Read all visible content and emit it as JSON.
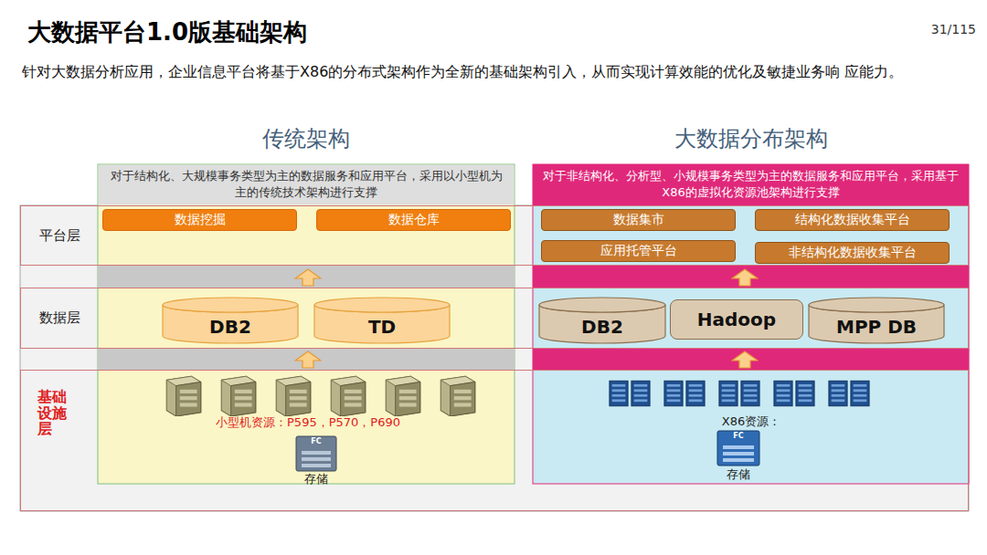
{
  "diagram": {
    "title": "大数据平台1.0版基础架构",
    "nodes": [
      {
        "text": [
          "传统架构",
          "对于结构化、大规模事务类型为主的数据服务和应用平台，采用以小型机为主的传统技术架构进行支撑"
        ]
      },
      {
        "text": [
          "大数据分布架构",
          "对于非结构化、分析型、小规模事务类型为主的数据服务和应用平台，采用基于X86的虚拟化资源池架构进行支撑"
        ]
      },
      {
        "text": [
          "平台层"
        ]
      },
      {
        "text": [
          "数据层"
        ]
      },
      {
        "text": [
          "基础设施层"
        ]
      },
      {
        "text": [
          "数据挖掘"
        ],
        "in": 0
      },
      {
        "text": [
          "数据仓库"
        ],
        "in": 0
      },
      {
        "text": [
          "DB2"
        ],
        "in": 0
      },
      {
        "text": [
          "TD"
        ],
        "in": 0
      },
      {
        "text": [
          "数据集市"
        ],
        "in": 1
      },
      {
        "text": [
          "结构化数据收集平台"
        ],
        "in": 1
      },
      {
        "text": [
          "应用托管平台"
        ],
        "in": 1
      },
      {
        "text": [
          "非结构化数据收集平台"
        ],
        "in": 1
      },
      {
        "text": [
          "DB2"
        ],
        "in": 1
      },
      {
        "text": [
          "Hadoop"
        ],
        "in": 1
      },
      {
        "text": [
          "MPP DB"
        ],
        "in": 1
      }
    ],
    "labels": [
      "31/115",
      "针对大数据分析应用，企业信息平台将基于X86的分布式架构作为全新的基础架构引入，从而实现计算效能的优化及敏捷业务响 应能力。",
      "小型机资源：P595，P570，P690",
      "FC",
      "存储",
      "X86资源：",
      "FC",
      "存储"
    ]
  }
}
